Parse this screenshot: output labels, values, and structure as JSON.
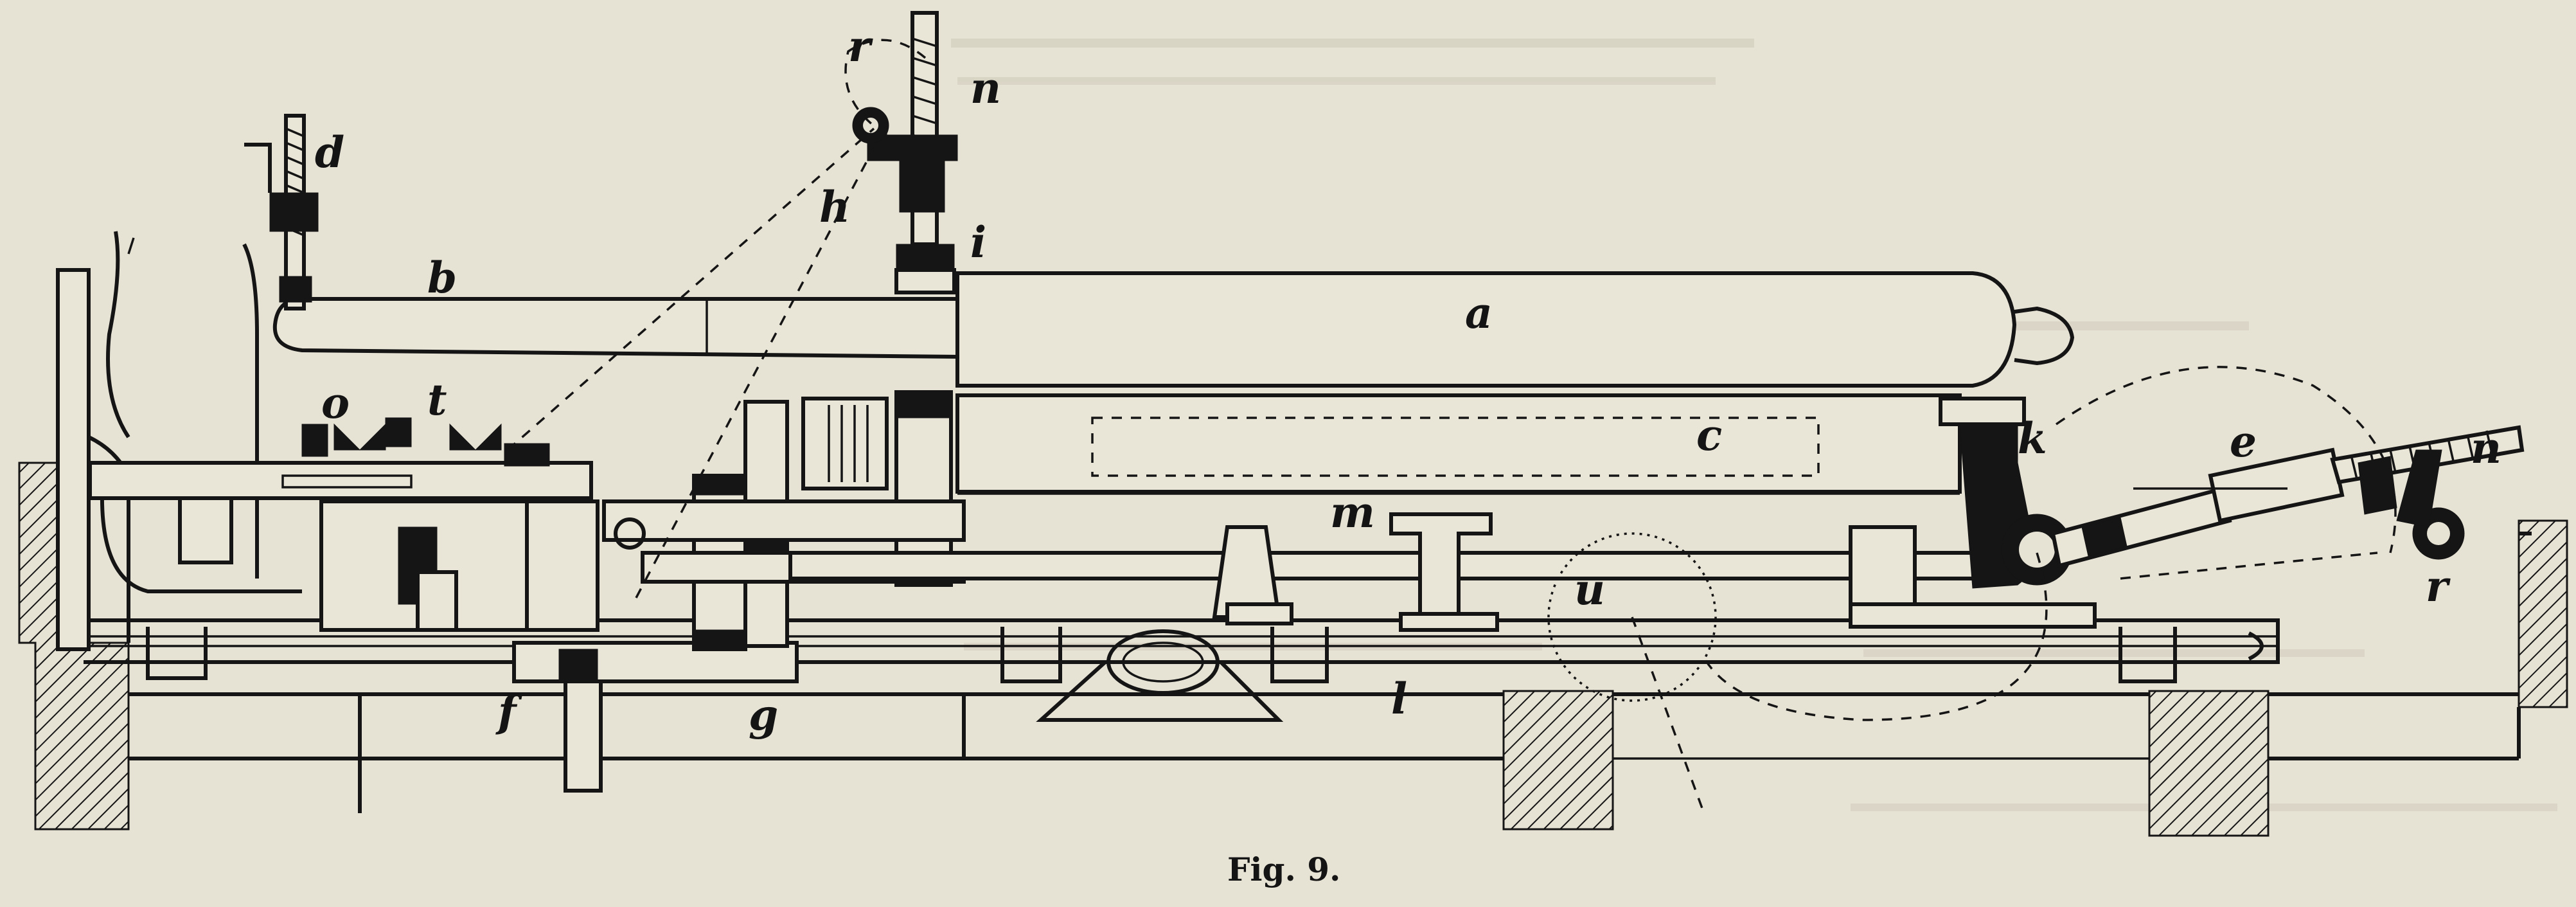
{
  "figure": {
    "caption": "Fig. 9.",
    "labels": {
      "a": "a",
      "b": "b",
      "c": "c",
      "d": "d",
      "e": "e",
      "f": "f",
      "g": "g",
      "h": "h",
      "i": "i",
      "k": "k",
      "l": "l",
      "m": "m",
      "n_top": "n",
      "n_right": "n",
      "o": "o",
      "r_top": "r",
      "r_right": "r",
      "t": "t",
      "u": "u"
    }
  },
  "colors": {
    "paper": "#e6e2d4",
    "ink": "#151515",
    "bleed_through": "#c9c4b3"
  }
}
